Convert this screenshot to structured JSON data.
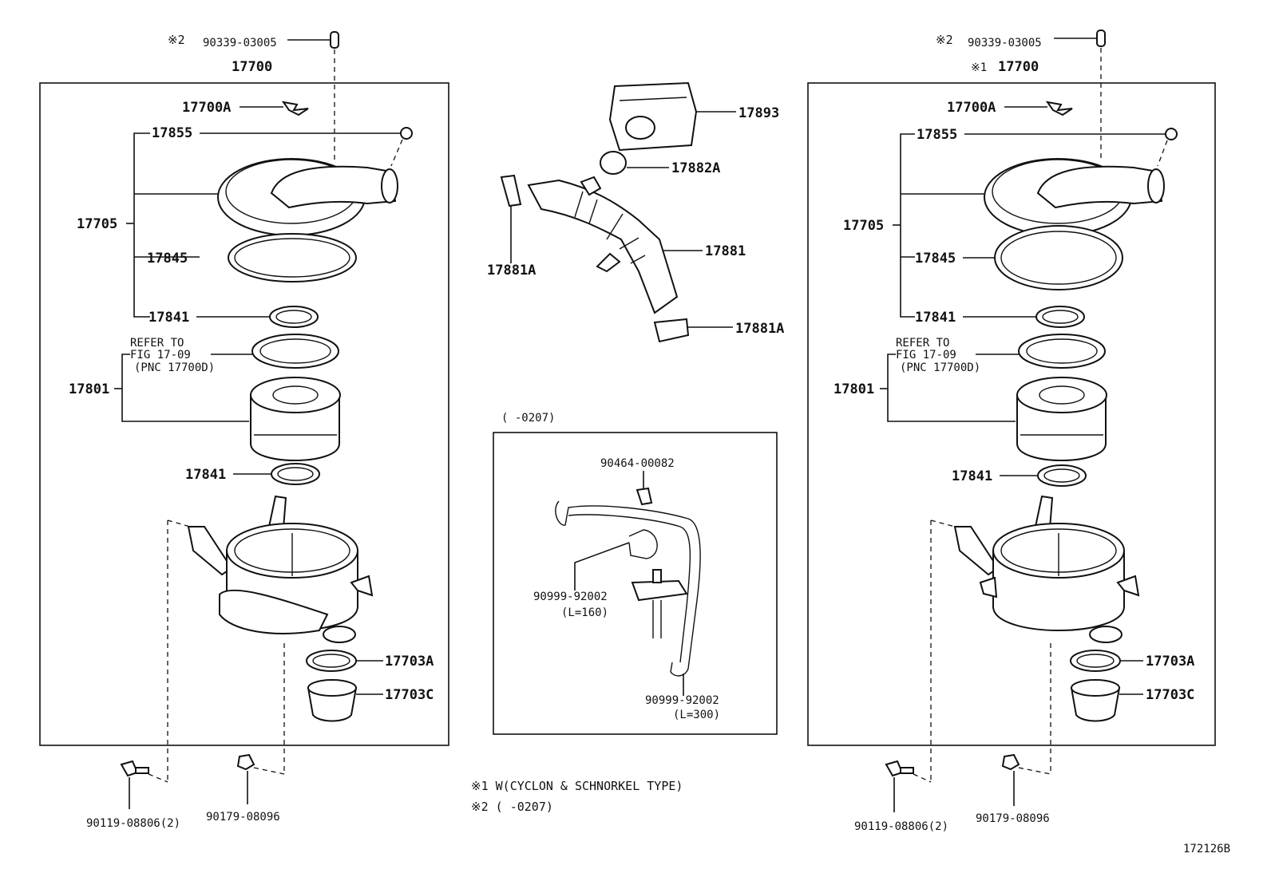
{
  "left_assembly": {
    "note_ref": "※2",
    "part_90339": "90339-03005",
    "assembly_no": "17700",
    "part_17700A": "17700A",
    "part_17855": "17855",
    "part_17705": "17705",
    "part_17845": "17845",
    "part_17841_top": "17841",
    "refer_line1": "REFER TO",
    "refer_line2": "FIG 17-09",
    "refer_line3": "(PNC 17700D)",
    "part_17801": "17801",
    "part_17841_bottom": "17841",
    "part_17703A": "17703A",
    "part_17703C": "17703C",
    "part_90119": "90119-08806(2)",
    "part_90179": "90179-08096"
  },
  "right_assembly": {
    "note_ref": "※2",
    "part_90339": "90339-03005",
    "assembly_prefix": "※1",
    "assembly_no": "17700",
    "part_17700A": "17700A",
    "part_17855": "17855",
    "part_17705": "17705",
    "part_17845": "17845",
    "part_17841_top": "17841",
    "refer_line1": "REFER TO",
    "refer_line2": "FIG 17-09",
    "refer_line3": "(PNC 17700D)",
    "part_17801": "17801",
    "part_17841_bottom": "17841",
    "part_17703A": "17703A",
    "part_17703C": "17703C",
    "part_90119": "90119-08806(2)",
    "part_90179": "90179-08096"
  },
  "center_parts": {
    "part_17893": "17893",
    "part_17882A": "17882A",
    "part_17881": "17881",
    "part_17881A_left": "17881A",
    "part_17881A_right": "17881A"
  },
  "inset": {
    "period": "(      -0207)",
    "part_90464": "90464-00082",
    "hose_short": "90999-92002",
    "hose_short_len": "(L=160)",
    "hose_long": "90999-92002",
    "hose_long_len": "(L=300)"
  },
  "notes": {
    "note1": "※1 W(CYCLON & SCHNORKEL TYPE)",
    "note2": "※2 (      -0207)"
  },
  "figure_code": "172126B"
}
